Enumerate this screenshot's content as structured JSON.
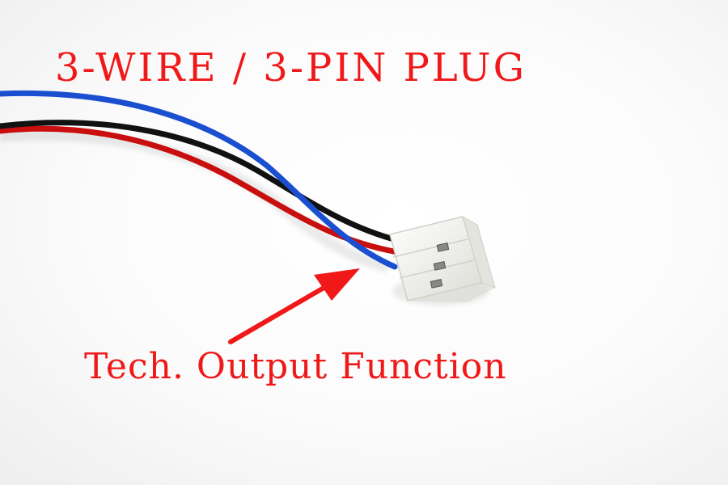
{
  "title": "3-WIRE / 3-PIN PLUG",
  "annotation": "Tech. Output Function",
  "colors": {
    "text": "#f01818",
    "arrow": "#f01818",
    "wire_blue": "#1a4fd0",
    "wire_black": "#111111",
    "wire_red": "#d01010",
    "connector": "#f6f6f2",
    "background": "#fafafa"
  },
  "objects": [
    "blue-wire",
    "black-wire",
    "red-wire",
    "connector-plug",
    "arrow"
  ]
}
